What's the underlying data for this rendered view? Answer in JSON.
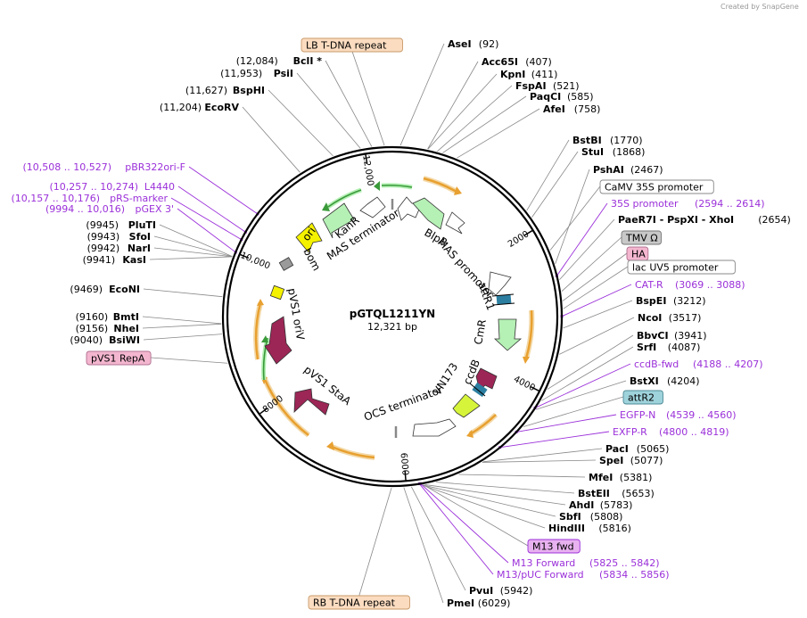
{
  "watermark": "Created by SnapGene",
  "center": {
    "name": "pGTQL1211YN",
    "size": "12,321 bp"
  },
  "ticks": [
    {
      "label": "2000",
      "bp": 2000
    },
    {
      "label": "4000",
      "bp": 4000
    },
    {
      "label": "6000",
      "bp": 6000
    },
    {
      "label": "8000",
      "bp": 8000
    },
    {
      "label": "10,000",
      "bp": 10000
    },
    {
      "label": "12,000",
      "bp": 12000
    }
  ],
  "sites_right": [
    {
      "name": "AseI",
      "pos": "(92)",
      "bp": 92
    },
    {
      "name": "Acc65I",
      "pos": "(407)",
      "bp": 407
    },
    {
      "name": "KpnI",
      "pos": "(411)",
      "bp": 411
    },
    {
      "name": "FspAI",
      "pos": "(521)",
      "bp": 521
    },
    {
      "name": "PaqCI",
      "pos": "(585)",
      "bp": 585
    },
    {
      "name": "AfeI",
      "pos": "(758)",
      "bp": 758
    },
    {
      "name": "BstBI",
      "pos": "(1770)",
      "bp": 1770
    },
    {
      "name": "StuI",
      "pos": "(1868)",
      "bp": 1868
    },
    {
      "name": "PshAI",
      "pos": "(2467)",
      "bp": 2467
    },
    {
      "name": "PaeR7I - PspXI - XhoI",
      "pos": "(2654)",
      "bp": 2654
    },
    {
      "name": "BspEI",
      "pos": "(3212)",
      "bp": 3212
    },
    {
      "name": "NcoI",
      "pos": "(3517)",
      "bp": 3517
    },
    {
      "name": "BbvCI",
      "pos": "(3941)",
      "bp": 3941
    },
    {
      "name": "SrfI",
      "pos": "(4087)",
      "bp": 4087
    },
    {
      "name": "BstXI",
      "pos": "(4204)",
      "bp": 4204
    },
    {
      "name": "PacI",
      "pos": "(5065)",
      "bp": 5065
    },
    {
      "name": "SpeI",
      "pos": "(5077)",
      "bp": 5077
    },
    {
      "name": "MfeI",
      "pos": "(5381)",
      "bp": 5381
    },
    {
      "name": "BstEII",
      "pos": "(5653)",
      "bp": 5653
    },
    {
      "name": "AhdI",
      "pos": "(5783)",
      "bp": 5783
    },
    {
      "name": "SbfI",
      "pos": "(5808)",
      "bp": 5808
    },
    {
      "name": "HindIII",
      "pos": "(5816)",
      "bp": 5816
    },
    {
      "name": "PvuI",
      "pos": "(5942)",
      "bp": 5942
    },
    {
      "name": "PmeI",
      "pos": "(6029)",
      "bp": 6029
    }
  ],
  "sites_left": [
    {
      "name": "BclI *",
      "pos": "(12,084)",
      "bp": 12084
    },
    {
      "name": "PsiI",
      "pos": "(11,953)",
      "bp": 11953
    },
    {
      "name": "BspHI",
      "pos": "(11,627)",
      "bp": 11627
    },
    {
      "name": "EcoRV",
      "pos": "(11,204)",
      "bp": 11204
    },
    {
      "name": "PluTI",
      "pos": "(9945)",
      "bp": 9945
    },
    {
      "name": "SfoI",
      "pos": "(9943)",
      "bp": 9943
    },
    {
      "name": "NarI",
      "pos": "(9942)",
      "bp": 9942
    },
    {
      "name": "KasI",
      "pos": "(9941)",
      "bp": 9941
    },
    {
      "name": "EcoNI",
      "pos": "(9469)",
      "bp": 9469
    },
    {
      "name": "BmtI",
      "pos": "(9160)",
      "bp": 9160
    },
    {
      "name": "NheI",
      "pos": "(9156)",
      "bp": 9156
    },
    {
      "name": "BsiWI",
      "pos": "(9040)",
      "bp": 9040
    }
  ],
  "primers": [
    {
      "label": "35S promoter",
      "range": "(2594 .. 2614)",
      "bp": 2604
    },
    {
      "label": "CAT-R",
      "range": "(3069 .. 3088)",
      "bp": 3078
    },
    {
      "label": "ccdB-fwd",
      "range": "(4188 .. 4207)",
      "bp": 4197
    },
    {
      "label": "EGFP-N",
      "range": "(4539 .. 4560)",
      "bp": 4550
    },
    {
      "label": "EXFP-R",
      "range": "(4800 .. 4819)",
      "bp": 4810
    },
    {
      "label": "M13 Forward",
      "range": "(5825 .. 5842)",
      "bp": 5833
    },
    {
      "label": "M13/pUC Forward",
      "range": "(5834 .. 5856)",
      "bp": 5845
    },
    {
      "label": "pBR322ori-F",
      "range": "(10,508 .. 10,527)",
      "bp": 10517
    },
    {
      "label": "L4440",
      "range": "(10,257 .. 10,274)",
      "bp": 10265
    },
    {
      "label": "pRS-marker",
      "range": "(10,157 .. 10,176)",
      "bp": 10166
    },
    {
      "label": "pGEX 3'",
      "range": "(9994 .. 10,016)",
      "bp": 10005
    }
  ],
  "boxed": [
    {
      "label": "LB T-DNA repeat",
      "bp": 12230
    },
    {
      "label": "CaMV 35S promoter",
      "bp": 2300
    },
    {
      "label": "TMV Ω",
      "bp": 2790
    },
    {
      "label": "HA",
      "bp": 2900
    },
    {
      "label": "lac UV5 promoter",
      "bp": 2990
    },
    {
      "label": "attR2",
      "bp": 4450
    },
    {
      "label": "M13 fwd",
      "bp": 5800
    },
    {
      "label": "RB T-DNA repeat",
      "bp": 6170
    },
    {
      "label": "pVS1 RepA",
      "bp": 8700
    }
  ],
  "features": [
    {
      "label": "BlpR"
    },
    {
      "label": "MAS promoter"
    },
    {
      "label": "attR1"
    },
    {
      "label": "CmR"
    },
    {
      "label": "ccdB"
    },
    {
      "label": "VN173"
    },
    {
      "label": "OCS terminator"
    },
    {
      "label": "pVS1 StaA"
    },
    {
      "label": "pVS1 oriV"
    },
    {
      "label": "bom"
    },
    {
      "label": "ori"
    },
    {
      "label": "KanR"
    },
    {
      "label": "MAS terminator"
    }
  ],
  "colors": {
    "primer": "#9b30d9",
    "kanr_blpr_cmr": "#b5f0b5",
    "ori": "#f5f200",
    "vn173": "#d6f53a",
    "pvs1_protein": "#9c2656",
    "orange_orf": "#e8a030",
    "attR": "#2c7fa0",
    "bom": "#9a9a9a",
    "box_peach": "#fbdcc0",
    "box_pink": "#f4b6cf",
    "box_gray": "#c8c8c8",
    "box_teal": "#9fd3dc",
    "box_violet": "#e8b2f0"
  }
}
